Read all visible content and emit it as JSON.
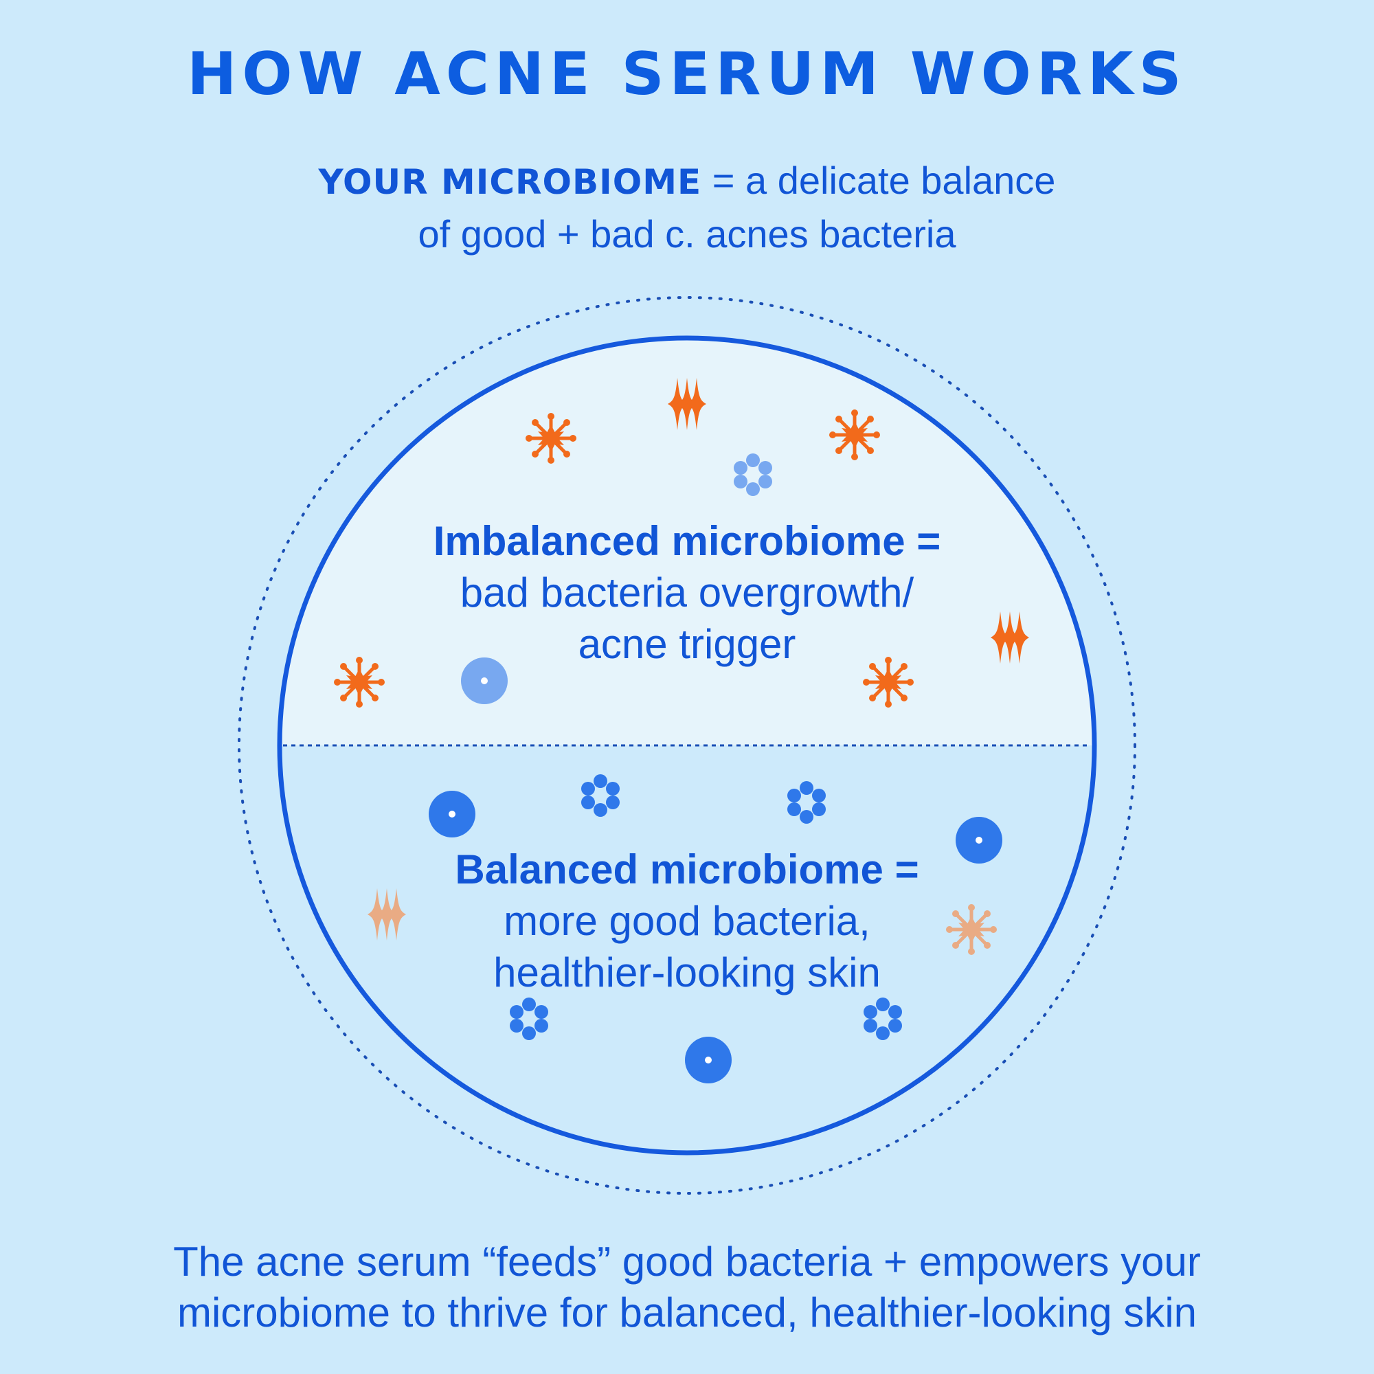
{
  "title": "HOW ACNE SERUM WORKS",
  "intro": {
    "strong": "YOUR MICROBIOME",
    "text_line1": " = a delicate balance",
    "text_line2": "of good + bad c. acnes bacteria"
  },
  "imbalanced": {
    "head": "Imbalanced microbiome =",
    "line1": "bad bacteria overgrowth/",
    "line2": "acne trigger"
  },
  "balanced": {
    "head": "Balanced microbiome =",
    "line1": "more good bacteria,",
    "line2": "healthier-looking skin"
  },
  "footer": {
    "line1": "The acne serum “feeds” good bacteria + empowers your",
    "line2": "microbiome to thrive for balanced, healthier-looking skin"
  },
  "colors": {
    "background": "#cdeafb",
    "accent_blue": "#0d5de0",
    "bad_bacteria": "#f26a1b",
    "bad_bacteria_faded": "#e9ab84",
    "good_bacteria": "#2f78ea",
    "good_bacteria_faded": "#78a8f0"
  }
}
